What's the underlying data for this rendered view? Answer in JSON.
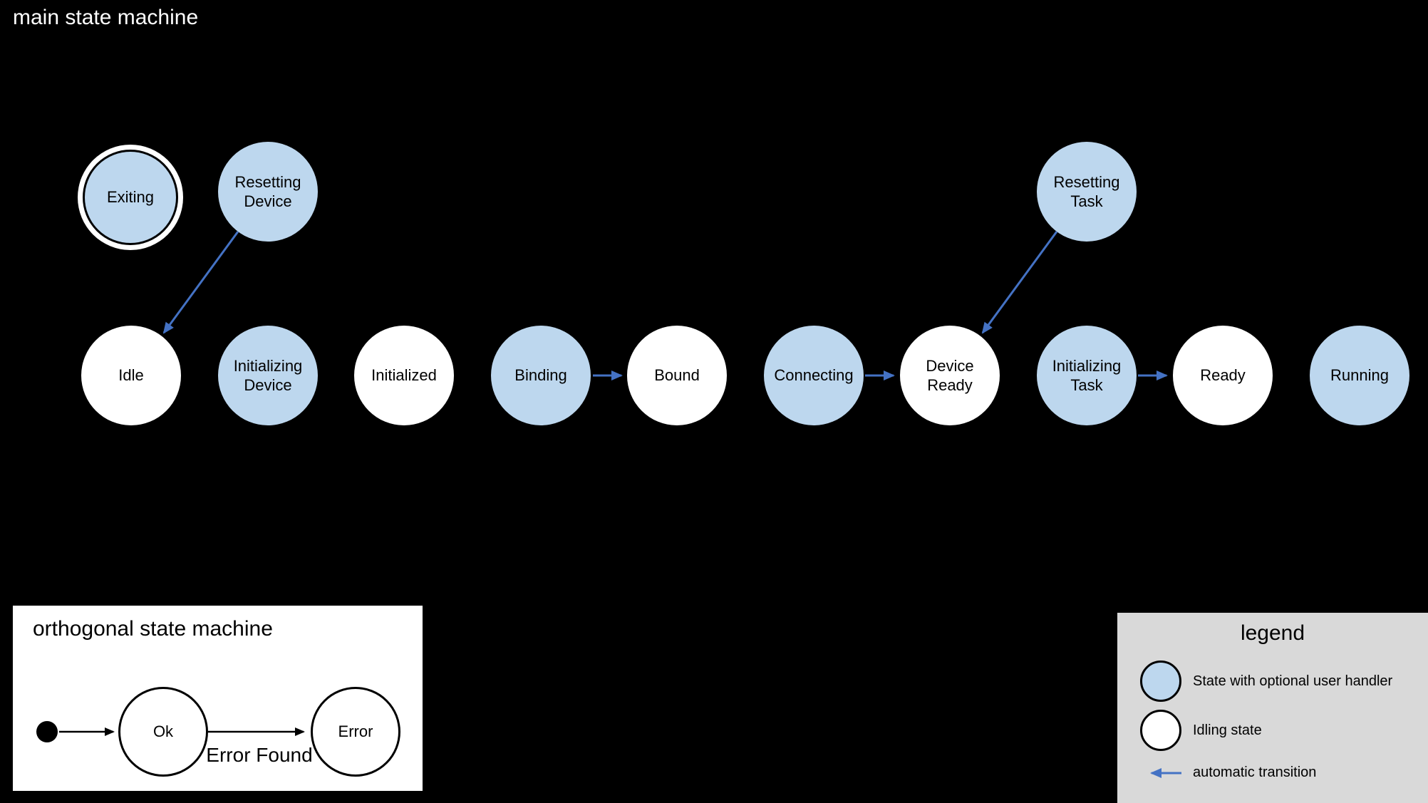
{
  "colors": {
    "handler_state_fill": "#bdd7ee",
    "idling_state_fill": "#ffffff",
    "automatic_transition": "#4472c4",
    "legend_background": "#d9d9d9",
    "canvas_background": "#000000"
  },
  "main_machine": {
    "title": "main state machine",
    "states": [
      {
        "id": "exiting",
        "label": "Exiting",
        "kind": "handler",
        "final_ring": true
      },
      {
        "id": "resetting-device",
        "label": "Resetting Device",
        "kind": "handler"
      },
      {
        "id": "idle",
        "label": "Idle",
        "kind": "idling"
      },
      {
        "id": "initializing-device",
        "label": "Initializing Device",
        "kind": "handler"
      },
      {
        "id": "initialized",
        "label": "Initialized",
        "kind": "idling"
      },
      {
        "id": "binding",
        "label": "Binding",
        "kind": "handler"
      },
      {
        "id": "bound",
        "label": "Bound",
        "kind": "idling"
      },
      {
        "id": "connecting",
        "label": "Connecting",
        "kind": "handler"
      },
      {
        "id": "device-ready",
        "label": "Device Ready",
        "kind": "idling"
      },
      {
        "id": "resetting-task",
        "label": "Resetting Task",
        "kind": "handler"
      },
      {
        "id": "initializing-task",
        "label": "Initializing Task",
        "kind": "handler"
      },
      {
        "id": "ready",
        "label": "Ready",
        "kind": "idling"
      },
      {
        "id": "running",
        "label": "Running",
        "kind": "handler"
      }
    ],
    "transitions": [
      {
        "from": "resetting-device",
        "to": "idle",
        "type": "automatic"
      },
      {
        "from": "binding",
        "to": "bound",
        "type": "automatic"
      },
      {
        "from": "connecting",
        "to": "device-ready",
        "type": "automatic"
      },
      {
        "from": "resetting-task",
        "to": "device-ready",
        "type": "automatic"
      },
      {
        "from": "initializing-task",
        "to": "ready",
        "type": "automatic"
      }
    ]
  },
  "orthogonal_machine": {
    "title": "orthogonal state machine",
    "states": [
      {
        "id": "ok",
        "label": "Ok"
      },
      {
        "id": "error",
        "label": "Error"
      }
    ],
    "transitions": [
      {
        "from": "initial",
        "to": "ok",
        "label": ""
      },
      {
        "from": "ok",
        "to": "error",
        "label": "Error Found"
      }
    ]
  },
  "legend": {
    "title": "legend",
    "items": [
      {
        "label": "State with optional user handler",
        "swatch": "handler-state-circle"
      },
      {
        "label": "Idling state",
        "swatch": "idling-state-circle"
      },
      {
        "label": "automatic transition",
        "swatch": "blue-left-arrow"
      }
    ]
  }
}
